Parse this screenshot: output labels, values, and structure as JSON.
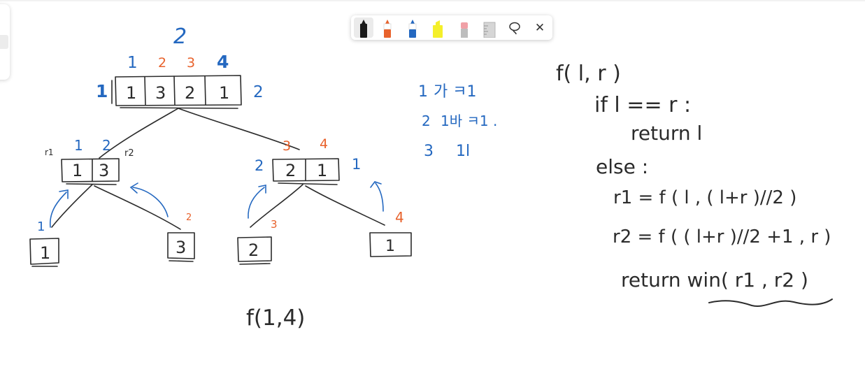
{
  "toolbar": {
    "tools": [
      {
        "name": "black-pen",
        "color": "#1a1a1a"
      },
      {
        "name": "orange-pen",
        "color": "#e8622c"
      },
      {
        "name": "blue-pen",
        "color": "#2468c0"
      },
      {
        "name": "highlighter",
        "color": "#f4ef2a"
      },
      {
        "name": "eraser",
        "color": "#f0a0a6"
      },
      {
        "name": "ruler",
        "color": "#c8c8c8"
      },
      {
        "name": "lasso",
        "color": "#333333"
      },
      {
        "name": "close",
        "label": "✕"
      }
    ],
    "selected": "black-pen"
  },
  "colors": {
    "ink_black": "#2b2b2b",
    "ink_blue": "#2468c0",
    "ink_orange": "#e8622c"
  },
  "tree": {
    "round_label": "2",
    "root": {
      "cells": [
        "1",
        "3",
        "2",
        "1"
      ],
      "top_labels": [
        "1",
        "2",
        "3",
        "4"
      ],
      "left": "1",
      "right": "2"
    },
    "left_node": {
      "cells": [
        "1",
        "3"
      ],
      "top_labels": [
        "1",
        "2"
      ],
      "r1": "r1",
      "r2": "r2"
    },
    "right_node": {
      "cells": [
        "2",
        "1"
      ],
      "top_labels": [
        "3",
        "4"
      ],
      "left": "2",
      "right": "1"
    },
    "leaves": [
      {
        "value": "1",
        "label": "1"
      },
      {
        "value": "3",
        "label": "2"
      },
      {
        "value": "2",
        "label": "3"
      },
      {
        "value": "1",
        "label": "4"
      }
    ],
    "call": "f(1,4)"
  },
  "notes": {
    "lines": [
      {
        "num": "1",
        "text": "가 ㅋ1"
      },
      {
        "num": "2",
        "text": "1바 ㅋ1 ."
      },
      {
        "num": "3",
        "text": "1l"
      }
    ]
  },
  "code": {
    "lines": [
      "f( l, r )",
      "if  l == r :",
      "return  l",
      "else :",
      "r1 = f ( l , ( l+r )//2 )",
      "r2 = f  ( ( l+r )//2 +1 , r )",
      "return  win( r1 , r2 )"
    ]
  }
}
